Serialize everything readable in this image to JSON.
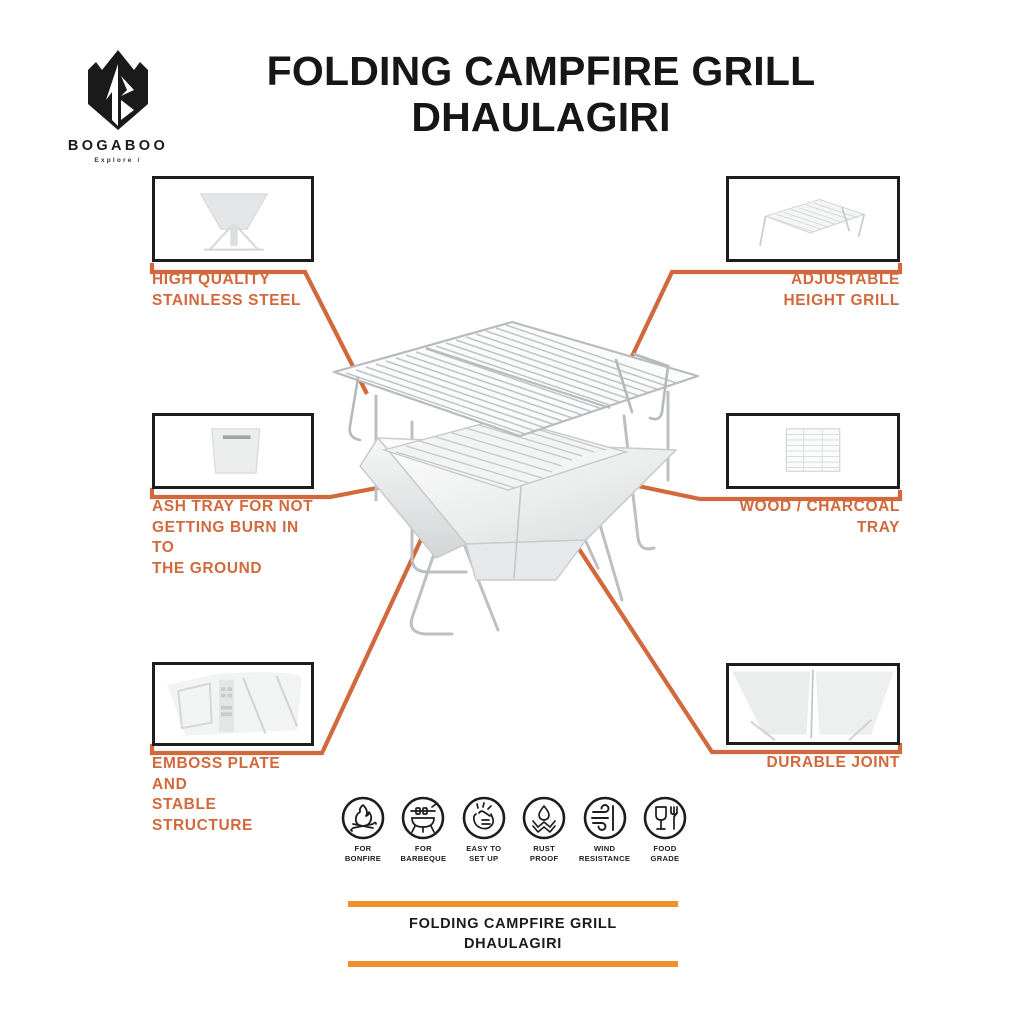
{
  "brand": {
    "name": "BOGABOO",
    "tagline": "Explore /",
    "logo_icon": "mountain-shield-logo"
  },
  "header": {
    "title": "FOLDING CAMPFIRE GRILL\nDHAULAGIRI"
  },
  "colors": {
    "callout_orange": "#D2693C",
    "banner_orange": "#F0922B",
    "box_border": "#1d1d1d",
    "text_dark": "#161616",
    "background": "#FFFFFF"
  },
  "product": {
    "name": "folding-campfire-grill",
    "alt": "Stainless steel folding campfire grill with mesh grate and X-frame legs"
  },
  "callouts": [
    {
      "id": "high-quality-stainless-steel",
      "label": "HIGH QUALITY\nSTAINLESS STEEL",
      "image_icon": "grill-bowl-photo",
      "side": "left"
    },
    {
      "id": "ash-tray",
      "label": "ASH TRAY FOR NOT\nGETTING BURN IN TO\nTHE GROUND",
      "image_icon": "ash-tray-photo",
      "side": "left"
    },
    {
      "id": "emboss-plate",
      "label": "EMBOSS PLATE AND\nSTABLE STRUCTURE",
      "image_icon": "emboss-plate-photo",
      "side": "left"
    },
    {
      "id": "adjustable-height-grill",
      "label": "ADJUSTABLE\nHEIGHT GRILL",
      "image_icon": "adjustable-grate-photo",
      "side": "right"
    },
    {
      "id": "wood-charcoal-tray",
      "label": "WOOD / CHARCOAL\nTRAY",
      "image_icon": "charcoal-tray-photo",
      "side": "right"
    },
    {
      "id": "durable-joint",
      "label": "DURABLE JOINT",
      "image_icon": "durable-joint-photo",
      "side": "right"
    }
  ],
  "features": [
    {
      "id": "for-bonfire",
      "label": "FOR\nBONFIRE",
      "icon": "campfire-icon"
    },
    {
      "id": "for-barbeque",
      "label": "FOR\nBARBEQUE",
      "icon": "bbq-grill-icon"
    },
    {
      "id": "easy-to-set-up",
      "label": "EASY TO\nSET UP",
      "icon": "snap-fingers-icon"
    },
    {
      "id": "rust-proof",
      "label": "RUST\nPROOF",
      "icon": "water-repel-icon"
    },
    {
      "id": "wind-resistance",
      "label": "WIND\nRESISTANCE",
      "icon": "wind-icon"
    },
    {
      "id": "food-grade",
      "label": "FOOD\nGRADE",
      "icon": "glass-fork-icon"
    }
  ],
  "footer_banner": {
    "text": "FOLDING CAMPFIRE GRILL\nDHAULAGIRI"
  }
}
